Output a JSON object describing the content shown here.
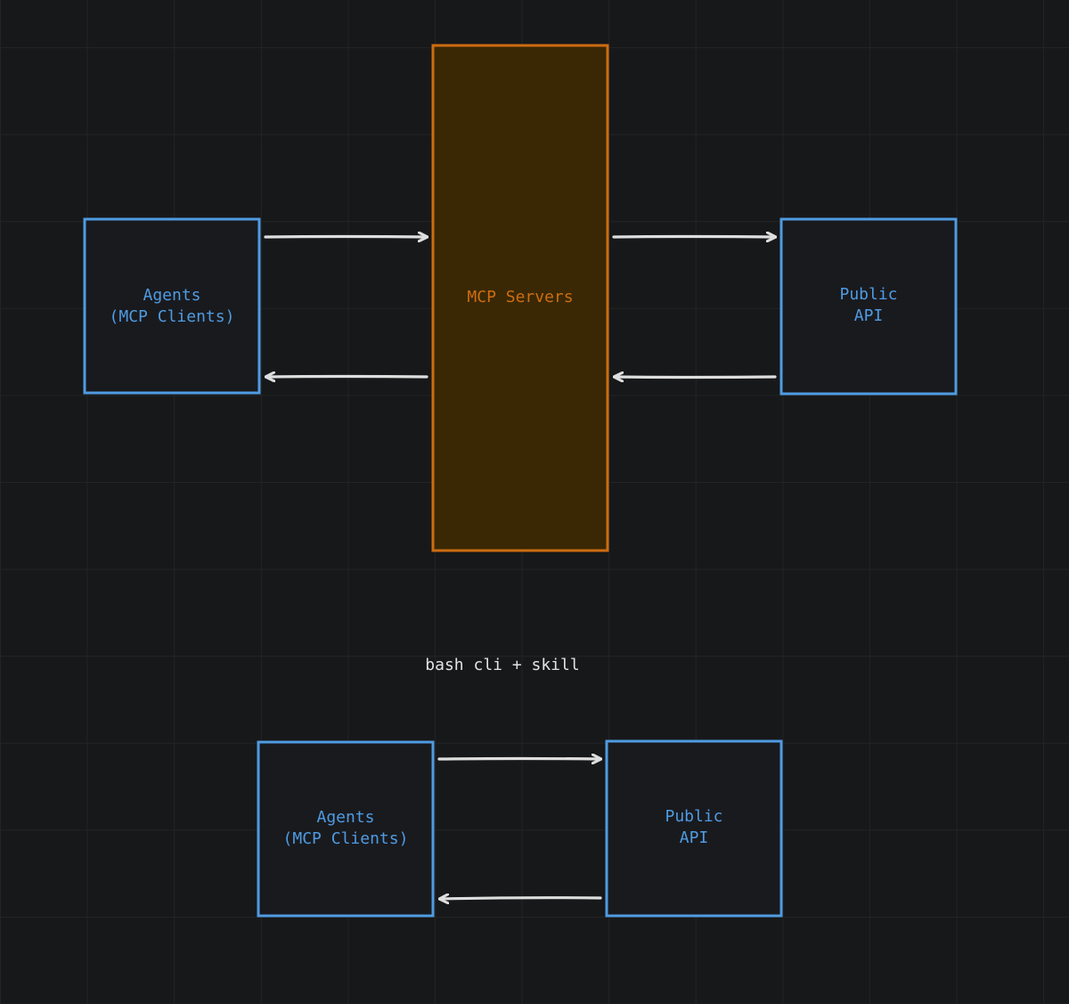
{
  "top_diagram": {
    "agents": {
      "line1": "Agents",
      "line2": "(MCP Clients)"
    },
    "mcp_servers": {
      "label": "MCP Servers"
    },
    "public_api": {
      "line1": "Public",
      "line2": "API"
    }
  },
  "section_label": "bash cli + skill",
  "bottom_diagram": {
    "agents": {
      "line1": "Agents",
      "line2": "(MCP Clients)"
    },
    "public_api": {
      "line1": "Public",
      "line2": "API"
    }
  },
  "colors": {
    "canvas_background": "#171819",
    "grid_line": "#222425",
    "client_box_stroke": "#4f9be2",
    "client_box_fill": "#191a1e",
    "client_text": "#4f9be2",
    "server_box_stroke": "#cc6d11",
    "server_box_fill": "#3a2804",
    "server_text": "#cc6d11",
    "arrow": "#dedede",
    "label_text": "#e3e3e3"
  }
}
